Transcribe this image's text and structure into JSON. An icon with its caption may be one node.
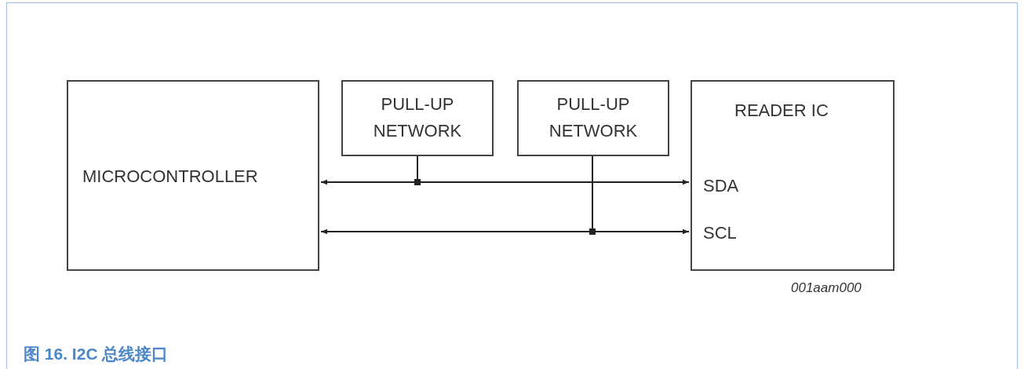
{
  "diagram": {
    "caption": "图 16. I2C 总线接口",
    "nodes": [
      {
        "text": [
          "MICROCONTROLLER"
        ]
      },
      {
        "text": [
          "PULL-UP NETWORK"
        ]
      },
      {
        "text": [
          "PULL-UP NETWORK"
        ]
      },
      {
        "text": [
          "READER IC",
          "SDA",
          "SCL"
        ]
      },
      {
        "text": [],
        "shape": "box"
      },
      {
        "text": [],
        "shape": "box"
      }
    ],
    "edges": [
      {
        "from": 4,
        "to": 0,
        "arrow": "to"
      },
      {
        "from": 4,
        "to": 3,
        "arrow": "to"
      },
      {
        "from": 1,
        "to": 4,
        "arrow": "none"
      },
      {
        "from": 5,
        "to": 0,
        "arrow": "to"
      },
      {
        "from": 5,
        "to": 3,
        "arrow": "to"
      },
      {
        "from": 2,
        "to": 5,
        "arrow": "none"
      }
    ],
    "labels": [
      "001aam000"
    ]
  }
}
